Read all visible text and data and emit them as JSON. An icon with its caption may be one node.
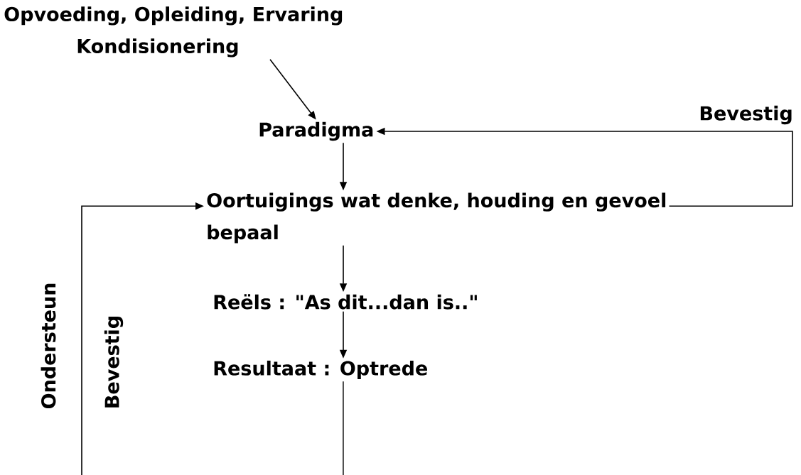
{
  "diagram": {
    "nodes": [
      {
        "text": [
          "Opvoeding, Opleiding, Ervaring",
          "Kondisionering"
        ]
      },
      {
        "text": [
          "Paradigma"
        ]
      },
      {
        "text": [
          "Oortuigings wat denke, houding en gevoel bepaal"
        ]
      },
      {
        "text": [
          "Reëls : \"As dit...dan is..\""
        ]
      },
      {
        "text": [
          "Resultaat : Optrede"
        ]
      }
    ],
    "edges": [
      {
        "from": 0,
        "to": 1,
        "arrow": "to"
      },
      {
        "from": 1,
        "to": 2,
        "arrow": "to"
      },
      {
        "from": 2,
        "to": 3,
        "arrow": "to"
      },
      {
        "from": 3,
        "to": 4,
        "arrow": "to"
      },
      {
        "from": 2,
        "to": 1,
        "arrow": "to",
        "label": "Bevestig"
      },
      {
        "from": 4,
        "to": null,
        "arrow": "none"
      },
      {
        "from": null,
        "to": 2,
        "arrow": "to"
      }
    ],
    "labels": [
      "Ondersteun",
      "Bevestig"
    ]
  }
}
